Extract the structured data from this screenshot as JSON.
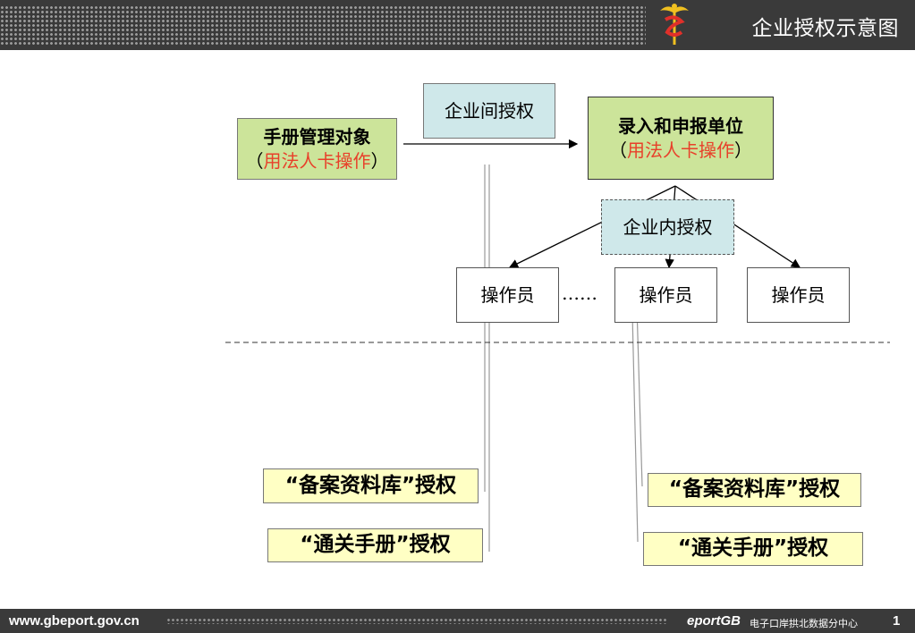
{
  "header": {
    "title": "企业授权示意图"
  },
  "footer": {
    "site": "www.gbeport.gov.cn",
    "brand": "eportGB",
    "center": "电子口岸拱北数据分中心",
    "page": "1"
  },
  "diagram": {
    "manual_object": {
      "line1": "手册管理对象",
      "paren_open": "（",
      "line2": "用法人卡操作",
      "paren_close": "）"
    },
    "inter_enterprise": "企业间授权",
    "declare_unit": {
      "line1": "录入和申报单位",
      "paren_open": "（",
      "line2": "用法人卡操作",
      "paren_close": "）"
    },
    "intra_enterprise": "企业内授权",
    "operators": [
      "操作员",
      "操作员",
      "操作员"
    ],
    "ellipsis": "……",
    "left_auth": [
      "“备案资料库”授权",
      "“通关手册”授权"
    ],
    "right_auth": [
      "“备案资料库”授权",
      "“通关手册”授权"
    ]
  },
  "colors": {
    "green": "#cce49a",
    "cyan": "#cfe8ea",
    "yellow": "#ffffc4",
    "red_text": "#e8402a",
    "bar": "#3a3a3a"
  }
}
